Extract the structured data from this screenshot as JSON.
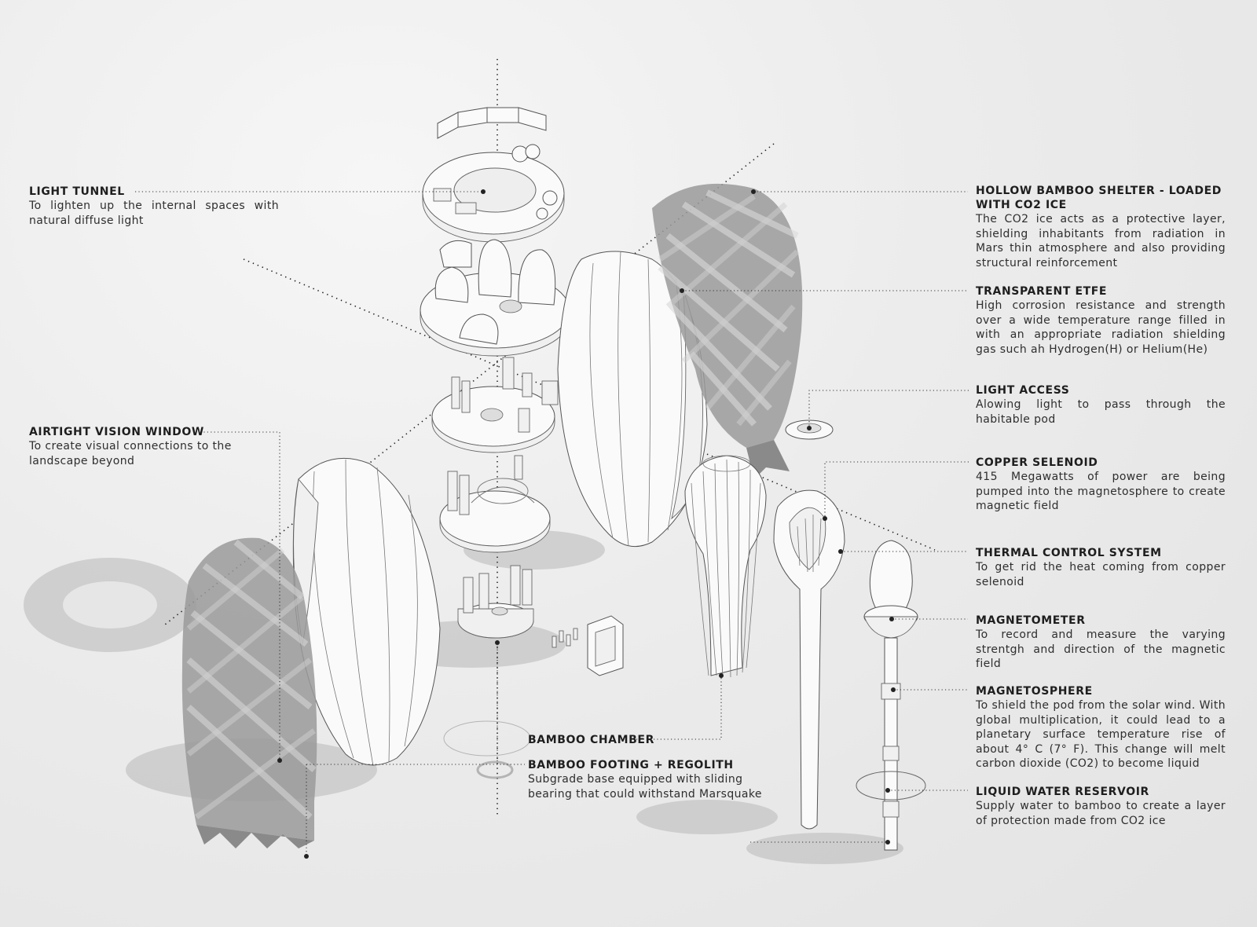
{
  "labels": {
    "light_tunnel": {
      "title": "LIGHT TUNNEL",
      "desc": "To lighten up the internal spaces with natural diffuse light"
    },
    "airtight_vision_window": {
      "title": "AIRTIGHT VISION WINDOW",
      "desc": "To create visual connections to the landscape beyond"
    },
    "hollow_bamboo_shelter": {
      "title": "HOLLOW BAMBOO SHELTER - LOADED WITH CO2 ICE",
      "desc": "The CO2 ice acts as a protective layer, shielding inhabitants from radiation in Mars thin atmosphere and also providing structural reinforcement"
    },
    "transparent_etfe": {
      "title": "TRANSPARENT ETFE",
      "desc": "High corrosion resistance and strength over a wide temperature range filled in with an appropriate radiation shielding gas such ah Hydrogen(H) or Helium(He)"
    },
    "light_access": {
      "title": "LIGHT ACCESS",
      "desc": "Alowing light to pass through the habitable pod"
    },
    "copper_selenoid": {
      "title": "COPPER SELENOID",
      "desc": "415 Megawatts of power are being pumped into the magnetosphere to create magnetic field"
    },
    "thermal_control_system": {
      "title": "THERMAL CONTROL SYSTEM",
      "desc": "To get rid the heat coming from copper selenoid"
    },
    "magnetometer": {
      "title": "MAGNETOMETER",
      "desc": "To record and measure the varying strentgh and direction of the magnetic field"
    },
    "magnetosphere": {
      "title": "MAGNETOSPHERE",
      "desc": "To shield the pod from the solar wind. With global multiplication, it could lead to a planetary surface temperature rise of about 4° C (7° F). This change will melt carbon dioxide (CO2) to become liquid"
    },
    "liquid_water_reservoir": {
      "title": "LIQUID WATER RESERVOIR",
      "desc": "Supply water to bamboo to create a layer of protection made from CO2 ice"
    },
    "bamboo_chamber": {
      "title": "BAMBOO CHAMBER"
    },
    "bamboo_footing": {
      "title": "BAMBOO FOOTING + REGOLITH",
      "desc": "Subgrade base equipped with sliding bearing that could withstand Marsquake"
    }
  },
  "colors": {
    "background": "#ececec",
    "text": "#2b2b2b",
    "leader": "#333333",
    "shell_dark": "#9a9a9a"
  }
}
